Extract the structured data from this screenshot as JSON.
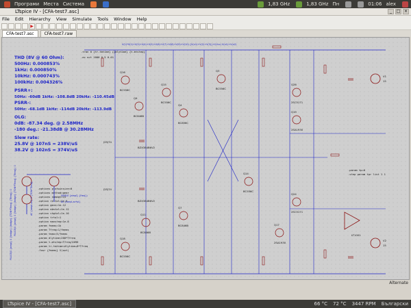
{
  "system_bar": {
    "menus": [
      "Програми",
      "Места",
      "Система"
    ],
    "cpu1": "1,83 GHz",
    "cpu2": "1,83 GHz",
    "day": "Пн",
    "time": "01:06",
    "user": "alex"
  },
  "window": {
    "title": "LTspice IV - [CFA-test7.asc]"
  },
  "menubar": {
    "items": [
      "File",
      "Edit",
      "Hierarchy",
      "View",
      "Simulate",
      "Tools",
      "Window",
      "Help"
    ]
  },
  "tabs": [
    {
      "label": "CFA-test7.asc",
      "active": true
    },
    {
      "label": "CFA-test7.raw",
      "active": false
    }
  ],
  "spec_text": {
    "thd_title": "THD (8V @ 60 Ohm):",
    "thd_500": "500Hz:  0.000853%",
    "thd_1k": "1kHz:     0.000850%",
    "thd_10k": "10kHz:   0.000743%",
    "thd_100k": "100kHz: 0.004326%",
    "psrr_plus_title": "PSRR+:",
    "psrr_plus": "50Hz: -60dB 1kHz: -108.8dB 20kHz: -110.45dB",
    "psrr_minus_title": "PSRR-:",
    "psrr_minus": "50Hz: -68.1dB 1kHz: -114dB 20kHz: -113.9dB",
    "olg_title": "OLG:",
    "olg_0db": "0dB: -87.34 deg. @ 2.58MHz",
    "olg_180": "-180 deg.: -21.38dB @ 30.28MHz",
    "slew_title": "Slew rate:",
    "slew_1": "25.8V @ 107nS = 238V/uS",
    "slew_2": "38.2V @ 102nS = 374V/uS"
  },
  "spice_directives": {
    "tran": ".tran 0 {tr-tmtime} {{dlytime} {t-mtstep}",
    "ac": ".ac oct 1000 0.5 0.01",
    "options": [
      ".options plotwinsize=0",
      ".options method=gear",
      ".options numdgt=15",
      ".option reltol=1e-6",
      ".option gmin=1e-12",
      ".option abstol=1e-12",
      ".option chgtol=1e-16",
      ".option trtol=1",
      ".option maxstep=1e-8",
      ".param fmeas=1k",
      ".param Tfreq=1/fmeas",
      ".param tmax=5/fmeas",
      ".param dlytime=200*Tfreq",
      ".param t-mtstep=Tfreq/4096",
      ".param tr-tmtime=dlytime+8*Tfreq",
      ".four {fmeas} V(out)"
    ]
  },
  "probe_row": "V(1)*V(2)+V(3)+V(4)+V(5)+V(6)+V(7)+V(8)+V(9)+V(10) {V(n1)+V(2)+V(3)}+I(Vcc) V(n1)+V(n2)",
  "sources": {
    "vin_label": "AC {ampl-ac*pi}",
    "sine_label": "SINE(0 {ampl} {freq})",
    "pulse_label1": "PULSE(0 {ampl} 0 {tedge} {tedge} {TON*Tfreq} {Tfreq}) 0",
    "pulse_label2": "PULSE(0 {ampl} 0 {tedge} {tedge} {TON*Tfreq} {Tfreq}) 0",
    "source_ac_label": "AC {ampl-ac} 0 {TON*Tfreq}"
  },
  "parts": {
    "q_top": [
      {
        "ref": "Q16",
        "type": "BC556C"
      },
      {
        "ref": "Q15",
        "type": "BC556C"
      },
      {
        "ref": "Q9",
        "type": "BC846B"
      },
      {
        "ref": "Q4",
        "type": "BC856C"
      },
      {
        "ref": "Q3",
        "type": "BC556C"
      },
      {
        "ref": "Q26",
        "type": "2SC5171"
      },
      {
        "ref": "Q19",
        "type": "2SA1930"
      }
    ],
    "q_bot": [
      {
        "ref": "Q18",
        "type": "BC556C"
      },
      {
        "ref": "Q11",
        "type": "BC846B"
      },
      {
        "ref": "Q7",
        "type": "BC846B"
      },
      {
        "ref": "Q14",
        "type": "BC556C"
      },
      {
        "ref": "Q24",
        "type": "2SC5171"
      },
      {
        "ref": "Q17",
        "type": "2SA1930"
      }
    ],
    "u1": "LT1001",
    "j_top": "J2SJ74",
    "j_bot": "J2SJ74",
    "zeners": [
      "BZX384B6V2",
      "BZX384B6V2"
    ],
    "step_param": ".param tp=0",
    "step_list": ".step param tpr list 1 1",
    "vcc": "V1",
    "vee": "V2",
    "vcc_val": "15",
    "vee_val": "15"
  },
  "statusbar": {
    "task": "LTspice IV - [CFA-test7.asc]",
    "temp1": "66 °C",
    "temp2": "72 °C",
    "rpm": "3447 RPM",
    "lang": "Български"
  },
  "info": {
    "sheet": "Alternate"
  },
  "colors": {
    "wire": "#1b22c8",
    "component": "#8a1010",
    "text_blue": "#1b22c8",
    "grid_bg": "#cfcfcf"
  }
}
